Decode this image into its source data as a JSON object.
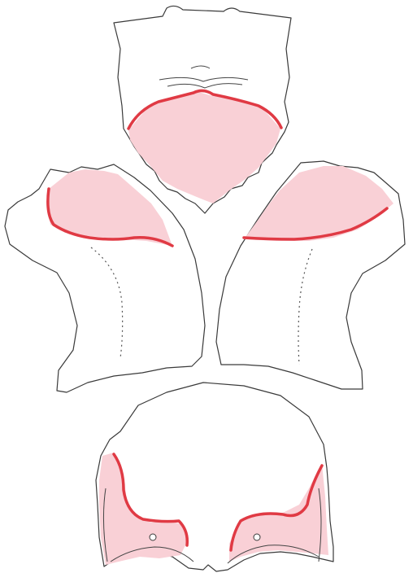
{
  "colors": {
    "outline": "#3a3a3a",
    "shaded_region": "#f9d0d6",
    "margin_line": "#e03a44",
    "background": "#ffffff"
  },
  "regions": [
    {
      "id": "top-bone",
      "shaded": true
    },
    {
      "id": "left-bone",
      "shaded": true
    },
    {
      "id": "right-bone",
      "shaded": true
    },
    {
      "id": "bottom-bone",
      "shaded": true
    }
  ]
}
